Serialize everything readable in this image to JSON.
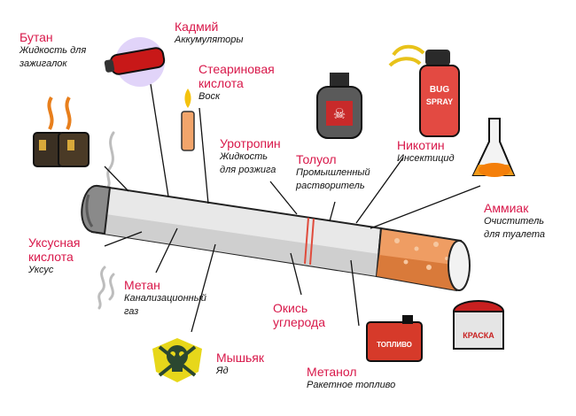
{
  "colors": {
    "label": "#d8184a",
    "desc": "#111111",
    "line": "#111111"
  },
  "items": [
    {
      "name": "Бутан",
      "desc1": "Жидкость для",
      "desc2": "зажигалок",
      "icon": "lighter-icon"
    },
    {
      "name": "Кадмий",
      "desc1": "Аккумуляторы",
      "icon": "battery-icon"
    },
    {
      "name": "Стеариновая",
      "name2": "кислота",
      "desc1": "Воск",
      "icon": "candle-icon"
    },
    {
      "name": "Уротропин",
      "desc1": "Жидкость",
      "desc2": "для розжига"
    },
    {
      "name": "Толуол",
      "desc1": "Промышленный",
      "desc2": "растворитель"
    },
    {
      "name": "Никотин",
      "desc1": "Инсектицид",
      "icon": "spray-can-icon"
    },
    {
      "name": "Аммиак",
      "desc1": "Очиститель",
      "desc2": "для туалета",
      "icon": "flask-icon"
    },
    {
      "name": "Уксусная",
      "name2": "кислота",
      "desc1": "Уксус"
    },
    {
      "name": "Метан",
      "desc1": "Канализационный",
      "desc2": "газ"
    },
    {
      "name": "Окись",
      "name2": "углерода"
    },
    {
      "name": "Мышьяк",
      "desc1": "Яд",
      "icon": "skull-icon"
    },
    {
      "name": "Метанол",
      "desc1": "Ракетное топливо",
      "icon": "fuel-canister-icon"
    }
  ],
  "bottle_label": "☠",
  "spray_label1": "BUG",
  "spray_label2": "SPRAY",
  "canister_label": "ТОПЛИВО",
  "paint_label": "КРАСКА",
  "icons": [
    "cigarette-icon",
    "smoke-icon",
    "lighter-icon",
    "battery-icon",
    "candle-icon",
    "poison-bottle-icon",
    "spray-can-icon",
    "flask-icon",
    "paint-can-icon",
    "fuel-canister-icon",
    "skull-icon"
  ]
}
